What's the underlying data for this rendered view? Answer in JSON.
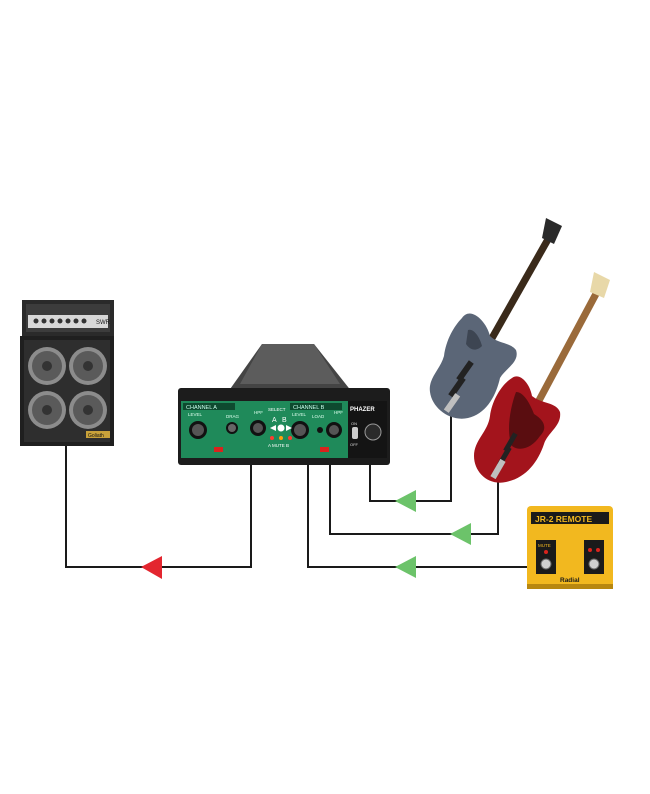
{
  "amp": {
    "head_brand": "SWR",
    "cab_badge": "Goliath"
  },
  "switcher": {
    "channel_a": "CHANNEL A",
    "channel_b": "CHANNEL B",
    "level_a": "LEVEL",
    "drag": "DRAG",
    "hpf_a": "HPF",
    "select": "SELECT",
    "a_label": "A",
    "b_label": "B",
    "level_b": "LEVEL",
    "load": "LOAD",
    "hpf_b": "HPF",
    "phazer": "PHAZER",
    "on": "ON",
    "off": "OFF",
    "mute_label": "A MUTE B"
  },
  "remote": {
    "title": "JR-2 REMOTE",
    "mute": "MUTE",
    "brand": "Radial"
  },
  "colors": {
    "cable": "#1a1a1a",
    "arrow_in": "#6cc36a",
    "arrow_out": "#e3262f",
    "switcher_face": "#1f8a5a",
    "remote_body": "#f2b81f",
    "bass_red": "#a3141c",
    "bass_grey": "#5b6677"
  }
}
